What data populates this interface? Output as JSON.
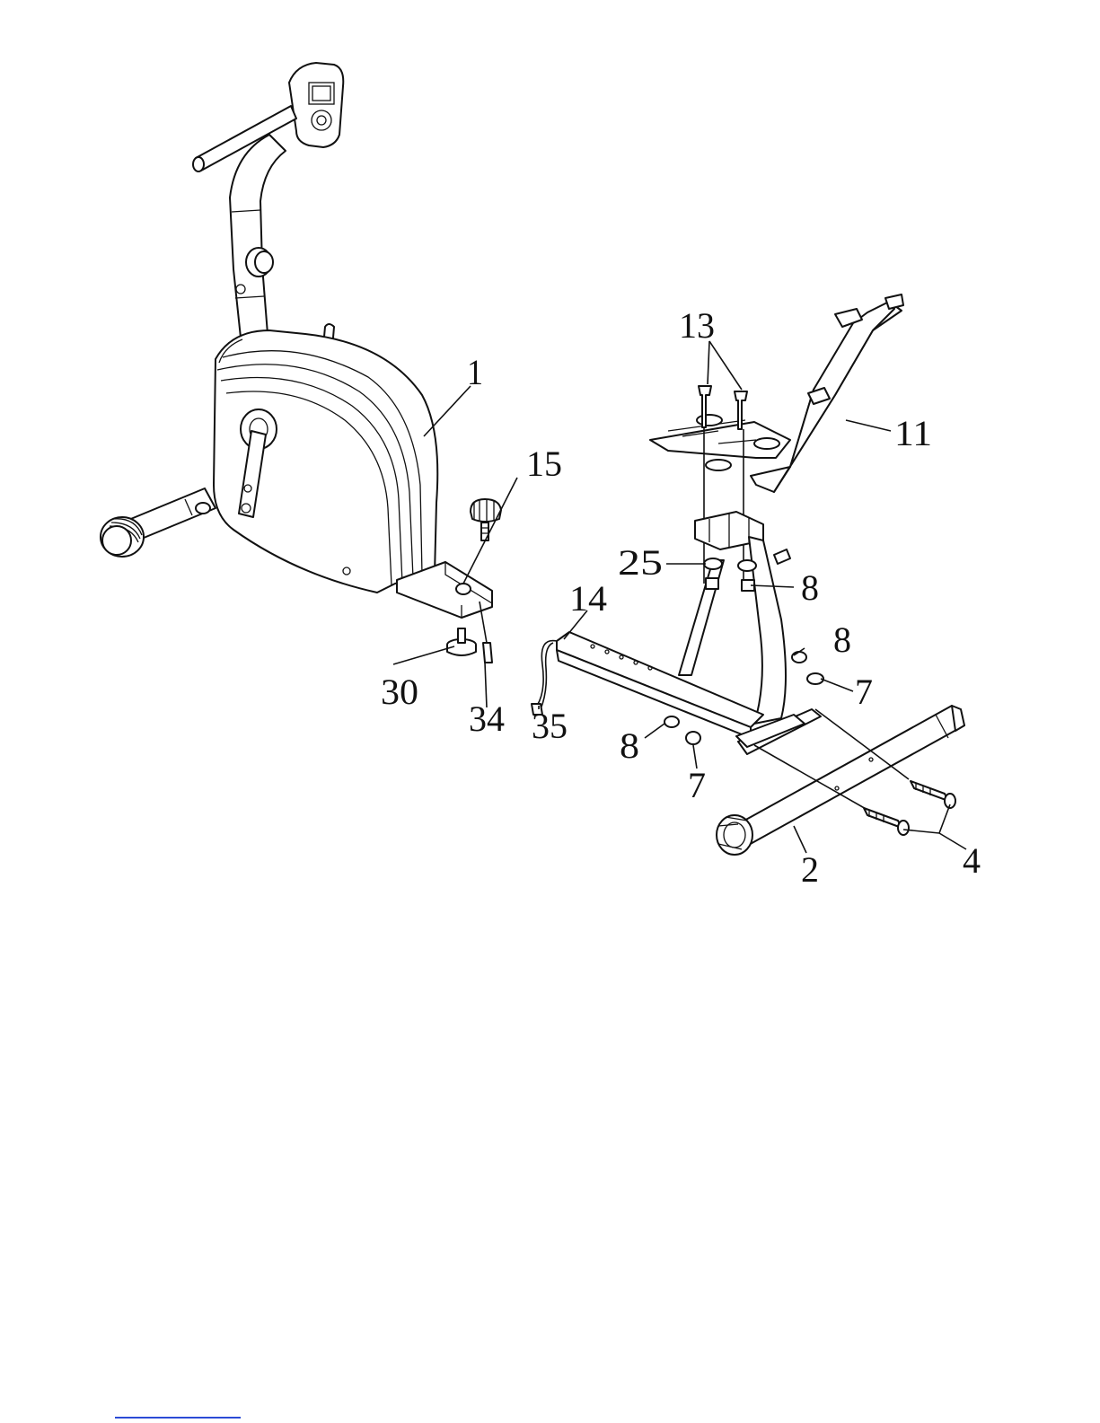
{
  "labels": {
    "l1": "1",
    "l2": "2",
    "l4": "4",
    "l7a": "7",
    "l7b": "7",
    "l8a": "8",
    "l8b": "8",
    "l8c": "8",
    "l11": "11",
    "l13": "13",
    "l14": "14",
    "l15": "15",
    "l25": "25",
    "l30": "30",
    "l34": "34",
    "l35": "35"
  },
  "colors": {
    "line": "#111111",
    "background": "#ffffff",
    "link": "#2b4bd6"
  }
}
